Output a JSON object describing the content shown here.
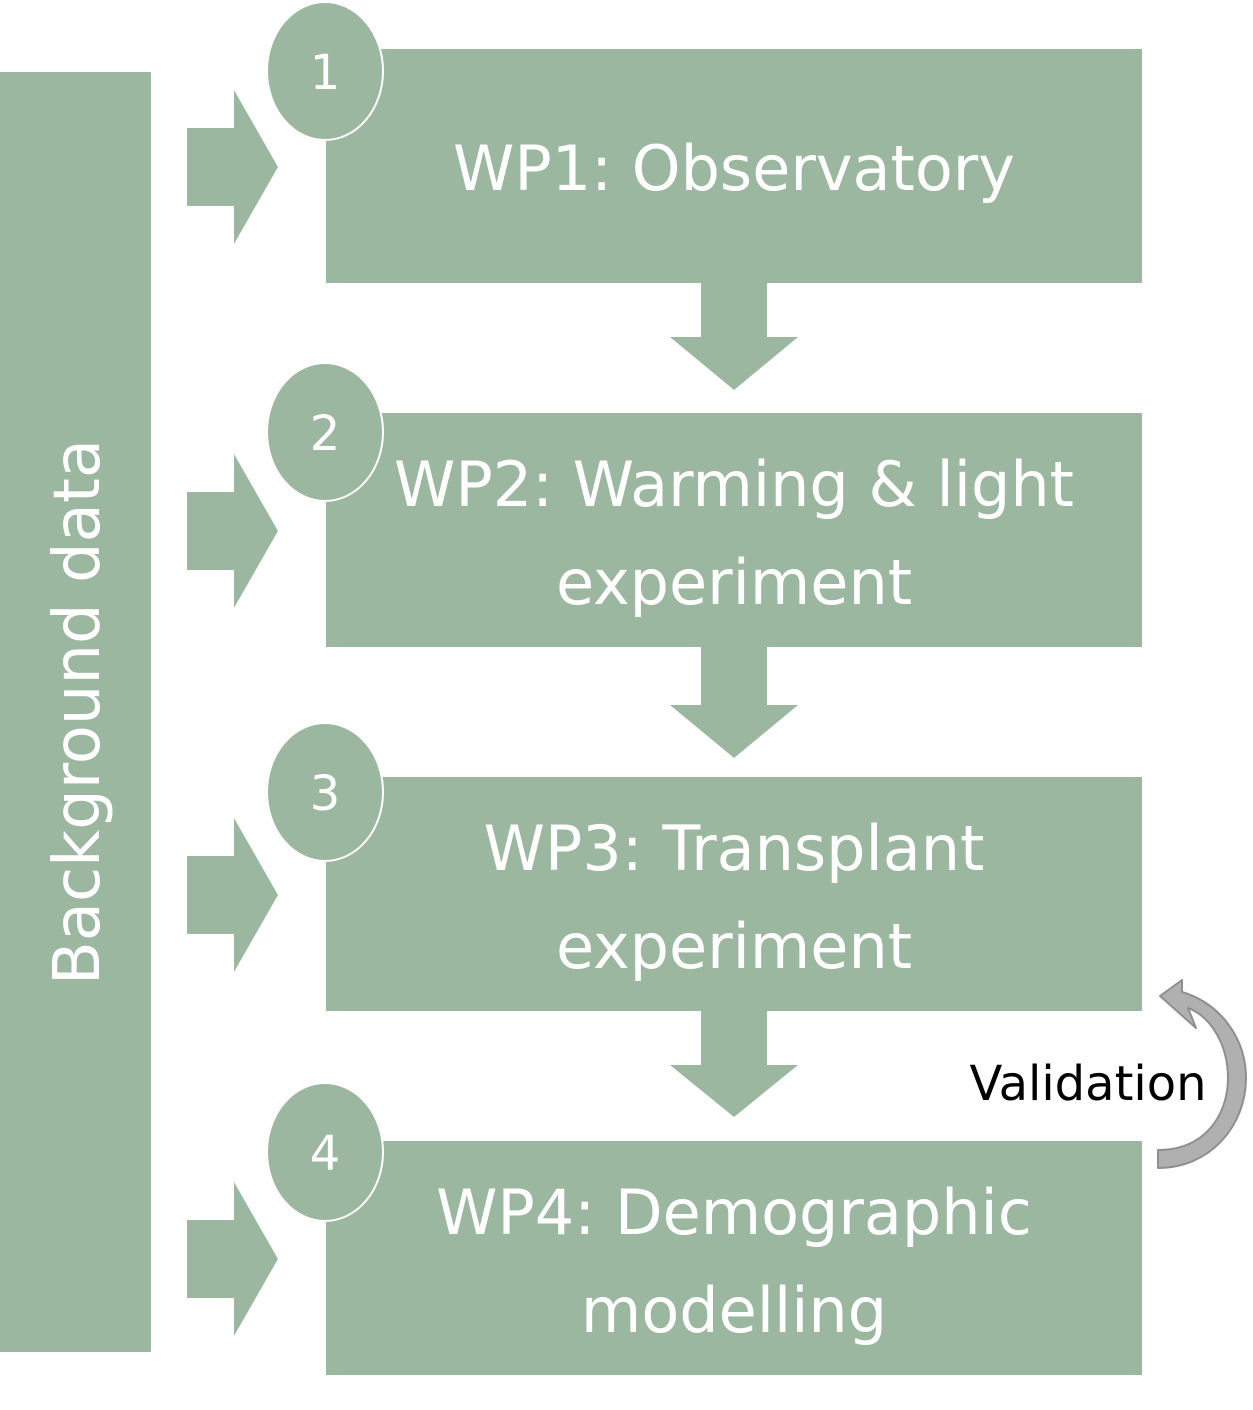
{
  "colors": {
    "box": "#9bb7a0",
    "text": "#ffffff",
    "validation_arrow": "#a6a6a6",
    "validation_text": "#000000"
  },
  "sidebar": {
    "label": "Background data"
  },
  "work_packages": [
    {
      "number": "1",
      "lines": [
        "WP1: Observatory"
      ]
    },
    {
      "number": "2",
      "lines": [
        "WP2: Warming & light",
        "experiment"
      ]
    },
    {
      "number": "3",
      "lines": [
        "WP3: Transplant",
        "experiment"
      ]
    },
    {
      "number": "4",
      "lines": [
        "WP4: Demographic",
        "modelling"
      ]
    }
  ],
  "validation": {
    "label": "Validation"
  }
}
